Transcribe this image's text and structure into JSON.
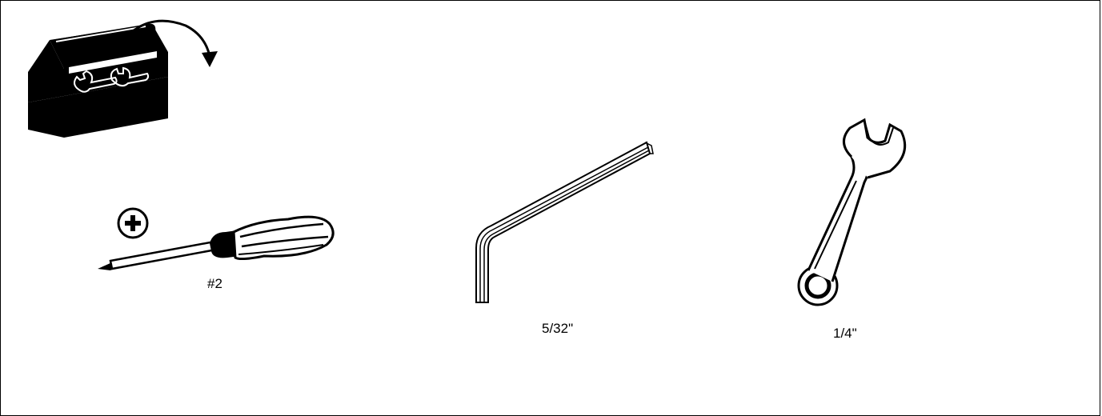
{
  "colors": {
    "ink": "#000000",
    "paper": "#ffffff"
  },
  "tools": [
    {
      "name": "phillips-screwdriver",
      "icon": "screwdriver-icon",
      "size_label": "#2"
    },
    {
      "name": "hex-key",
      "icon": "hex-key-icon",
      "size_label": "5/32\""
    },
    {
      "name": "open-end-box-wrench",
      "icon": "wrench-icon",
      "size_label": "1/4\""
    }
  ],
  "header_icon": "toolbox-icon",
  "tip_icon": "phillips-cross-icon"
}
